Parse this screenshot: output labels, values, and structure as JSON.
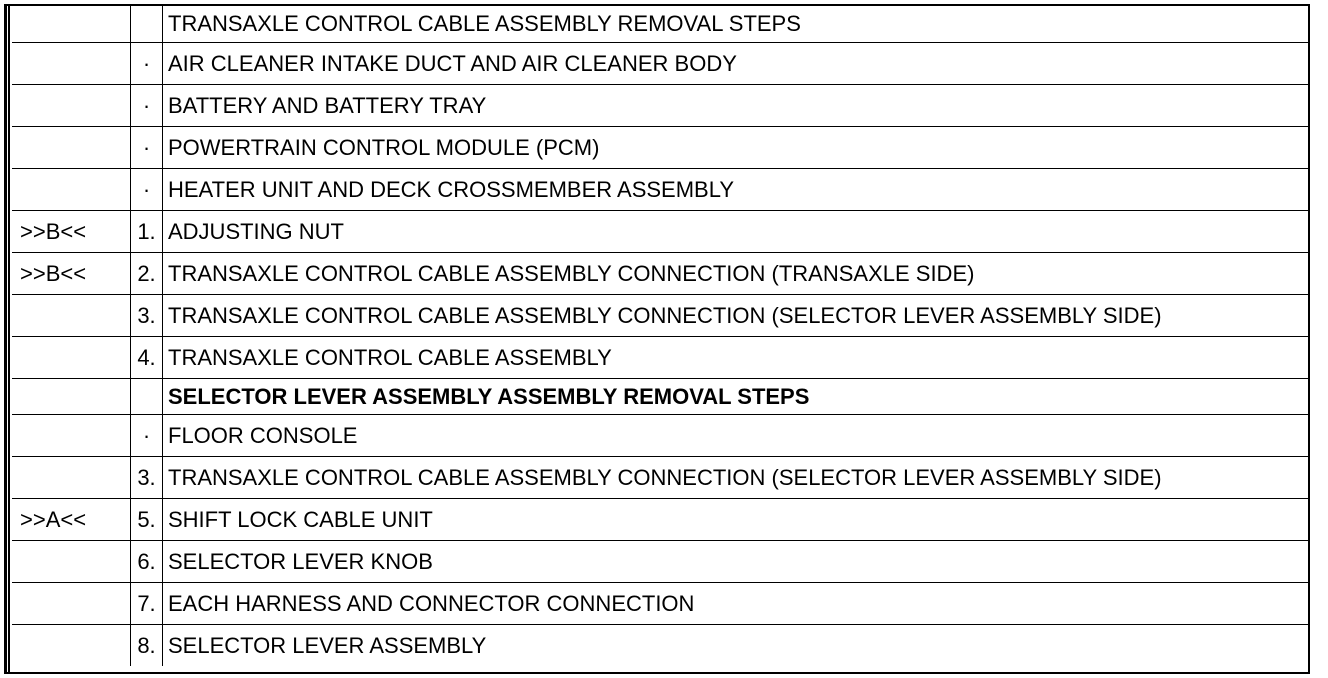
{
  "table": {
    "rows": [
      {
        "ref": "",
        "num": "",
        "text": "TRANSAXLE CONTROL CABLE ASSEMBLY REMOVAL STEPS",
        "heading": true
      },
      {
        "ref": "",
        "num": "·",
        "text": "AIR CLEANER INTAKE DUCT AND AIR CLEANER BODY"
      },
      {
        "ref": "",
        "num": "·",
        "text": "BATTERY AND BATTERY TRAY"
      },
      {
        "ref": "",
        "num": "·",
        "text": "POWERTRAIN CONTROL MODULE (PCM)"
      },
      {
        "ref": "",
        "num": "·",
        "text": "HEATER UNIT AND DECK CROSSMEMBER ASSEMBLY"
      },
      {
        "ref": ">>B<<",
        "num": "1.",
        "text": "ADJUSTING NUT"
      },
      {
        "ref": ">>B<<",
        "num": "2.",
        "text": "TRANSAXLE CONTROL CABLE ASSEMBLY CONNECTION (TRANSAXLE SIDE)"
      },
      {
        "ref": "",
        "num": "3.",
        "text": "TRANSAXLE CONTROL CABLE ASSEMBLY CONNECTION (SELECTOR LEVER ASSEMBLY SIDE)"
      },
      {
        "ref": "",
        "num": "4.",
        "text": "TRANSAXLE CONTROL CABLE ASSEMBLY"
      },
      {
        "ref": "",
        "num": "",
        "text": "SELECTOR LEVER ASSEMBLY ASSEMBLY REMOVAL STEPS",
        "heading": true
      },
      {
        "ref": "",
        "num": "·",
        "text": "FLOOR CONSOLE"
      },
      {
        "ref": "",
        "num": "3.",
        "text": "TRANSAXLE CONTROL CABLE ASSEMBLY CONNECTION (SELECTOR LEVER ASSEMBLY SIDE)"
      },
      {
        "ref": ">>A<<",
        "num": "5.",
        "text": "SHIFT LOCK CABLE UNIT"
      },
      {
        "ref": "",
        "num": "6.",
        "text": "SELECTOR LEVER KNOB"
      },
      {
        "ref": "",
        "num": "7.",
        "text": "EACH HARNESS AND CONNECTOR CONNECTION"
      },
      {
        "ref": "",
        "num": "8.",
        "text": "SELECTOR LEVER ASSEMBLY"
      }
    ]
  }
}
